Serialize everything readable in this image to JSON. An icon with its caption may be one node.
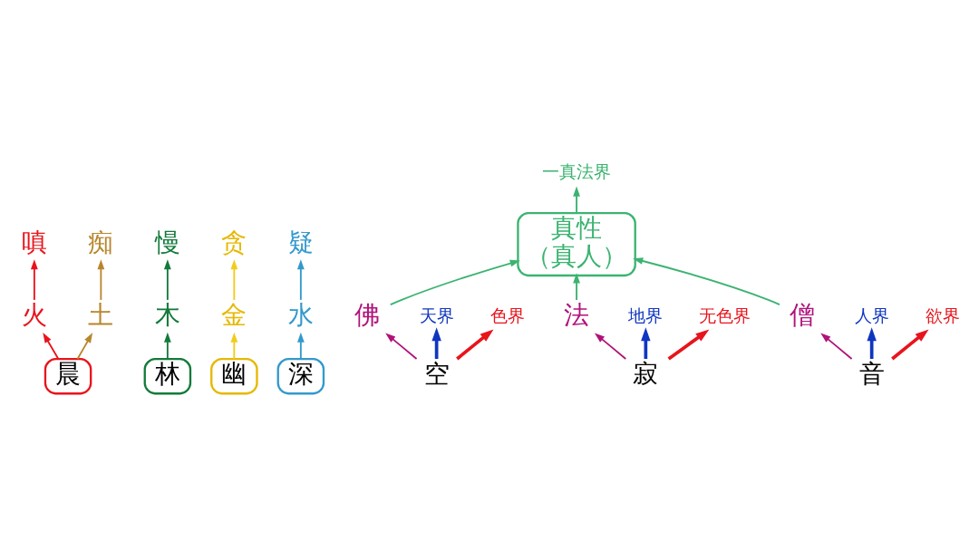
{
  "diagram": {
    "nodes": [
      {
        "text": [
          "嗔"
        ]
      },
      {
        "text": [
          "火"
        ]
      },
      {
        "text": [
          "晨"
        ]
      },
      {
        "text": [
          "土"
        ]
      },
      {
        "text": [
          "痴"
        ]
      },
      {
        "text": [
          "慢"
        ]
      },
      {
        "text": [
          "木"
        ]
      },
      {
        "text": [
          "林"
        ]
      },
      {
        "text": [
          "贪"
        ]
      },
      {
        "text": [
          "金"
        ]
      },
      {
        "text": [
          "幽"
        ]
      },
      {
        "text": [
          "疑"
        ]
      },
      {
        "text": [
          "水"
        ]
      },
      {
        "text": [
          "深"
        ]
      },
      {
        "text": [
          "真性",
          "（真人）"
        ]
      },
      {
        "text": [
          "一真法界"
        ]
      },
      {
        "text": [
          "佛"
        ]
      },
      {
        "text": [
          "空"
        ]
      },
      {
        "text": [
          "天界"
        ]
      },
      {
        "text": [
          "色界"
        ]
      },
      {
        "text": [
          "法"
        ]
      },
      {
        "text": [
          "寂"
        ]
      },
      {
        "text": [
          "地界"
        ]
      },
      {
        "text": [
          "无色界"
        ]
      },
      {
        "text": [
          "僧"
        ]
      },
      {
        "text": [
          "音"
        ]
      },
      {
        "text": [
          "人界"
        ]
      },
      {
        "text": [
          "欲界"
        ]
      }
    ],
    "edges": [
      {
        "from": 1,
        "to": 0,
        "arrow": "to",
        "color": "#e8141c"
      },
      {
        "from": 2,
        "to": 1,
        "arrow": "to",
        "color": "#e8141c"
      },
      {
        "from": 2,
        "to": 3,
        "arrow": "to",
        "color": "#b8862e"
      },
      {
        "from": 3,
        "to": 4,
        "arrow": "to",
        "color": "#b8862e"
      },
      {
        "from": 6,
        "to": 5,
        "arrow": "to",
        "color": "#137a3a"
      },
      {
        "from": 7,
        "to": 6,
        "arrow": "to",
        "color": "#137a3a"
      },
      {
        "from": 9,
        "to": 8,
        "arrow": "to",
        "color": "#f2cc1c"
      },
      {
        "from": 10,
        "to": 9,
        "arrow": "to",
        "color": "#f2cc1c"
      },
      {
        "from": 12,
        "to": 11,
        "arrow": "to",
        "color": "#3399cc"
      },
      {
        "from": 13,
        "to": 12,
        "arrow": "to",
        "color": "#3399cc"
      },
      {
        "from": 24,
        "to": 14,
        "arrow": "to",
        "color": "#3cb371"
      },
      {
        "from": 20,
        "to": 14,
        "arrow": "to",
        "color": "#3cb371"
      },
      {
        "from": 16,
        "to": 14,
        "arrow": "to",
        "color": "#3cb371"
      },
      {
        "from": 14,
        "to": 15,
        "arrow": "to",
        "color": "#3cb371"
      },
      {
        "from": 17,
        "to": 16,
        "arrow": "to",
        "color": "#b0127a"
      },
      {
        "from": 17,
        "to": 18,
        "arrow": "to",
        "style": "thick",
        "color": "#1036c0"
      },
      {
        "from": 17,
        "to": 19,
        "arrow": "to",
        "style": "thick",
        "color": "#e8141c"
      },
      {
        "from": 21,
        "to": 20,
        "arrow": "to",
        "color": "#b0127a"
      },
      {
        "from": 21,
        "to": 22,
        "arrow": "to",
        "style": "thick",
        "color": "#1036c0"
      },
      {
        "from": 21,
        "to": 23,
        "arrow": "to",
        "style": "thick",
        "color": "#e8141c"
      },
      {
        "from": 25,
        "to": 24,
        "arrow": "to",
        "color": "#b0127a"
      },
      {
        "from": 25,
        "to": 26,
        "arrow": "to",
        "style": "thick",
        "color": "#1036c0"
      },
      {
        "from": 25,
        "to": 27,
        "arrow": "to",
        "style": "thick",
        "color": "#e8141c"
      }
    ]
  }
}
